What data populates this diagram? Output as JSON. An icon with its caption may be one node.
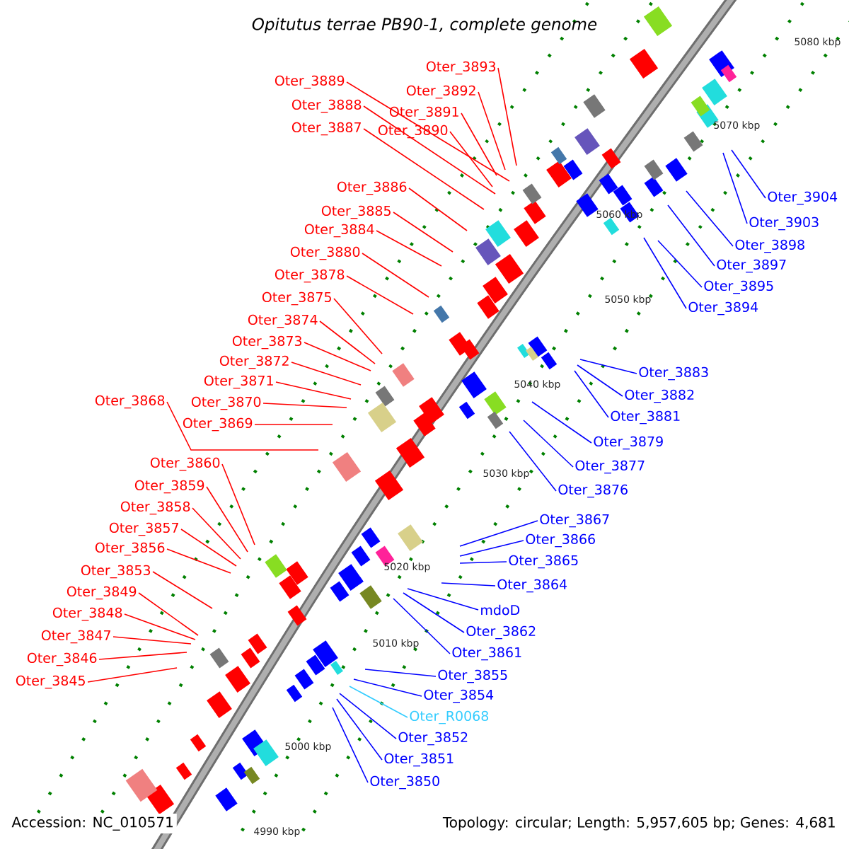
{
  "diagram": {
    "title": "*Opitutus terrae* PB90-1, complete genome",
    "nodes": [
      {
        "text": [
          "Oter_3893"
        ]
      },
      {
        "text": [
          "Oter_3892"
        ]
      },
      {
        "text": [
          "Oter_3891"
        ]
      },
      {
        "text": [
          "Oter_3890"
        ]
      },
      {
        "text": [
          "Oter_3889"
        ]
      },
      {
        "text": [
          "Oter_3888"
        ]
      },
      {
        "text": [
          "Oter_3887"
        ]
      },
      {
        "text": [
          "Oter_3886"
        ]
      },
      {
        "text": [
          "Oter_3885"
        ]
      },
      {
        "text": [
          "Oter_3884"
        ]
      },
      {
        "text": [
          "Oter_3880"
        ]
      },
      {
        "text": [
          "Oter_3878"
        ]
      },
      {
        "text": [
          "Oter_3875"
        ]
      },
      {
        "text": [
          "Oter_3874"
        ]
      },
      {
        "text": [
          "Oter_3873"
        ]
      },
      {
        "text": [
          "Oter_3872"
        ]
      },
      {
        "text": [
          "Oter_3871"
        ]
      },
      {
        "text": [
          "Oter_3870"
        ]
      },
      {
        "text": [
          "Oter_3868"
        ]
      },
      {
        "text": [
          "Oter_3869"
        ]
      },
      {
        "text": [
          "Oter_3860"
        ]
      },
      {
        "text": [
          "Oter_3859"
        ]
      },
      {
        "text": [
          "Oter_3858"
        ]
      },
      {
        "text": [
          "Oter_3857"
        ]
      },
      {
        "text": [
          "Oter_3856"
        ]
      },
      {
        "text": [
          "Oter_3853"
        ]
      },
      {
        "text": [
          "Oter_3849"
        ]
      },
      {
        "text": [
          "Oter_3848"
        ]
      },
      {
        "text": [
          "Oter_3847"
        ]
      },
      {
        "text": [
          "Oter_3846"
        ]
      },
      {
        "text": [
          "Oter_3845"
        ]
      },
      {
        "text": [
          "Oter_3904"
        ]
      },
      {
        "text": [
          "Oter_3903"
        ]
      },
      {
        "text": [
          "Oter_3898"
        ]
      },
      {
        "text": [
          "Oter_3897"
        ]
      },
      {
        "text": [
          "Oter_3895"
        ]
      },
      {
        "text": [
          "Oter_3894"
        ]
      },
      {
        "text": [
          "Oter_3883"
        ]
      },
      {
        "text": [
          "Oter_3882"
        ]
      },
      {
        "text": [
          "Oter_3881"
        ]
      },
      {
        "text": [
          "Oter_3879"
        ]
      },
      {
        "text": [
          "Oter_3877"
        ]
      },
      {
        "text": [
          "Oter_3876"
        ]
      },
      {
        "text": [
          "Oter_3867"
        ]
      },
      {
        "text": [
          "Oter_3866"
        ]
      },
      {
        "text": [
          "Oter_3865"
        ]
      },
      {
        "text": [
          "Oter_3864"
        ]
      },
      {
        "text": [
          "mdoD"
        ]
      },
      {
        "text": [
          "Oter_3862"
        ]
      },
      {
        "text": [
          "Oter_3861"
        ]
      },
      {
        "text": [
          "Oter_3855"
        ]
      },
      {
        "text": [
          "Oter_3854"
        ]
      },
      {
        "text": [
          "Oter_R0068"
        ]
      },
      {
        "text": [
          "Oter_3852"
        ]
      },
      {
        "text": [
          "Oter_3851"
        ]
      },
      {
        "text": [
          "Oter_3850"
        ]
      }
    ],
    "edges": [
      {
        "from": 0,
        "to": null,
        "arrow": "none"
      },
      {
        "from": 1,
        "to": null,
        "arrow": "none"
      },
      {
        "from": 2,
        "to": null,
        "arrow": "none"
      },
      {
        "from": 3,
        "to": null,
        "arrow": "none"
      },
      {
        "from": 4,
        "to": null,
        "arrow": "none"
      },
      {
        "from": 5,
        "to": null,
        "arrow": "none"
      },
      {
        "from": 6,
        "to": null,
        "arrow": "none"
      },
      {
        "from": 7,
        "to": null,
        "arrow": "none"
      },
      {
        "from": 8,
        "to": null,
        "arrow": "none"
      },
      {
        "from": 9,
        "to": null,
        "arrow": "none"
      },
      {
        "from": 10,
        "to": null,
        "arrow": "none"
      },
      {
        "from": 11,
        "to": null,
        "arrow": "none"
      },
      {
        "from": 12,
        "to": null,
        "arrow": "none"
      },
      {
        "from": 13,
        "to": null,
        "arrow": "none"
      },
      {
        "from": 14,
        "to": null,
        "arrow": "none"
      },
      {
        "from": 15,
        "to": null,
        "arrow": "none"
      },
      {
        "from": 16,
        "to": null,
        "arrow": "none"
      },
      {
        "from": 17,
        "to": null,
        "arrow": "none"
      },
      {
        "from": 18,
        "to": null,
        "arrow": "none"
      },
      {
        "from": 19,
        "to": null,
        "arrow": "none"
      },
      {
        "from": 20,
        "to": null,
        "arrow": "none"
      },
      {
        "from": 21,
        "to": null,
        "arrow": "none"
      },
      {
        "from": 22,
        "to": null,
        "arrow": "none"
      },
      {
        "from": 23,
        "to": null,
        "arrow": "none"
      },
      {
        "from": 24,
        "to": null,
        "arrow": "none"
      },
      {
        "from": 25,
        "to": null,
        "arrow": "none"
      },
      {
        "from": 26,
        "to": null,
        "arrow": "none"
      },
      {
        "from": 27,
        "to": null,
        "arrow": "none"
      },
      {
        "from": 28,
        "to": null,
        "arrow": "none"
      },
      {
        "from": 29,
        "to": null,
        "arrow": "none"
      },
      {
        "from": 30,
        "to": null,
        "arrow": "none"
      },
      {
        "from": 31,
        "to": null,
        "arrow": "none",
        "color": "#0000ff"
      },
      {
        "from": 32,
        "to": null,
        "arrow": "none",
        "color": "#0000ff"
      },
      {
        "from": 33,
        "to": null,
        "arrow": "none",
        "color": "#0000ff"
      },
      {
        "from": 34,
        "to": null,
        "arrow": "none",
        "color": "#0000ff"
      },
      {
        "from": 35,
        "to": null,
        "arrow": "none",
        "color": "#0000ff"
      },
      {
        "from": 36,
        "to": null,
        "arrow": "none",
        "color": "#0000ff"
      },
      {
        "from": 37,
        "to": null,
        "arrow": "none",
        "color": "#0000ff"
      },
      {
        "from": 38,
        "to": null,
        "arrow": "none",
        "color": "#0000ff"
      },
      {
        "from": 39,
        "to": null,
        "arrow": "none",
        "color": "#0000ff"
      },
      {
        "from": 40,
        "to": null,
        "arrow": "none",
        "color": "#0000ff"
      },
      {
        "from": 41,
        "to": null,
        "arrow": "none",
        "color": "#0000ff"
      },
      {
        "from": 42,
        "to": null,
        "arrow": "none",
        "color": "#0000ff"
      },
      {
        "from": 43,
        "to": null,
        "arrow": "none",
        "color": "#0000ff"
      },
      {
        "from": 44,
        "to": null,
        "arrow": "none",
        "color": "#0000ff"
      },
      {
        "from": 45,
        "to": null,
        "arrow": "none",
        "color": "#0000ff"
      },
      {
        "from": 46,
        "to": null,
        "arrow": "none",
        "color": "#0000ff"
      },
      {
        "from": 47,
        "to": null,
        "arrow": "none",
        "color": "#0000ff"
      },
      {
        "from": 48,
        "to": null,
        "arrow": "none",
        "color": "#0000ff"
      },
      {
        "from": 49,
        "to": null,
        "arrow": "none",
        "color": "#0000ff"
      },
      {
        "from": 50,
        "to": null,
        "arrow": "none",
        "color": "#0000ff"
      },
      {
        "from": 51,
        "to": null,
        "arrow": "none",
        "color": "#0000ff"
      },
      {
        "from": 52,
        "to": null,
        "arrow": "none",
        "color": "#33ccff"
      },
      {
        "from": 53,
        "to": null,
        "arrow": "none",
        "color": "#0000ff"
      },
      {
        "from": 54,
        "to": null,
        "arrow": "none",
        "color": "#0000ff"
      },
      {
        "from": 55,
        "to": null,
        "arrow": "none",
        "color": "#0000ff"
      }
    ],
    "labels": [
      "5080 kbp",
      "5070 kbp",
      "5060 kbp",
      "5050 kbp",
      "5040 kbp",
      "5030 kbp",
      "5020 kbp",
      "5010 kbp",
      "5000 kbp",
      "4990 kbp",
      "Accession: NC_010571",
      "Topology: circular; Length: 5,957,605 bp; Genes: 4,681"
    ]
  }
}
